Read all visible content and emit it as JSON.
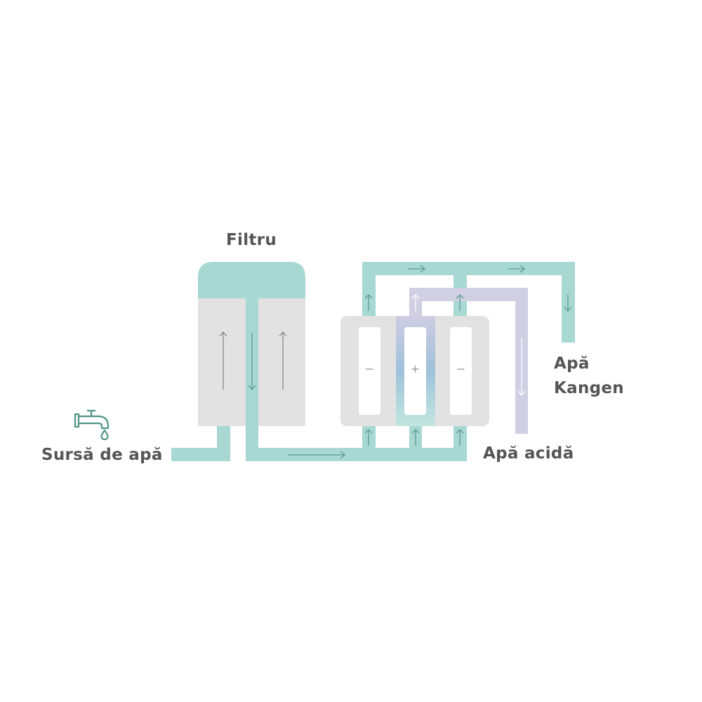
{
  "labels": {
    "filter": "Filtru",
    "source": "Sursă de apă",
    "kangen_line1": "Apă",
    "kangen_line2": "Kangen",
    "acid": "Apă acidă"
  },
  "electrodes": [
    "−",
    "+",
    "−"
  ],
  "colors": {
    "pipe": "#a7d8d1",
    "acid_pipe": "#d0cfe3",
    "tank": "#e2e2e2",
    "arrow": "#5c9c8f",
    "text": "#555555",
    "icon": "#4f9485"
  }
}
